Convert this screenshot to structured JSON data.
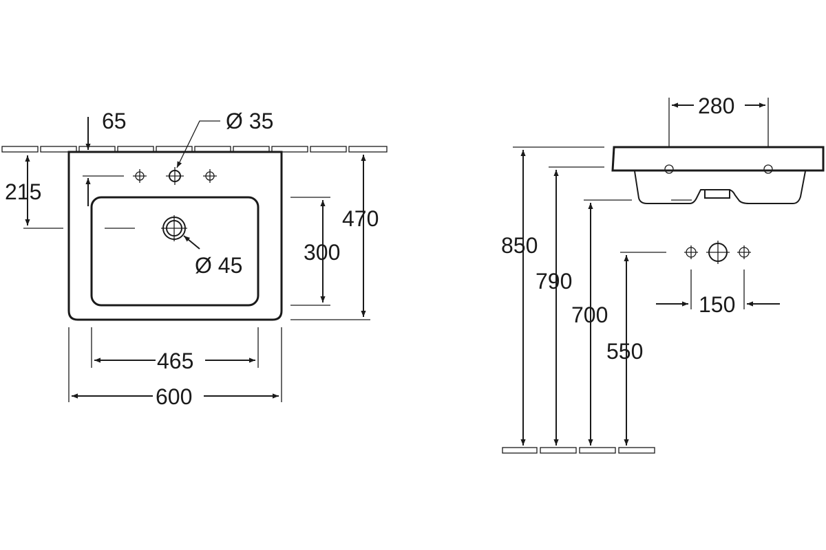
{
  "top_view": {
    "dims": {
      "tap_offset": "65",
      "tap_hole": "Ø 35",
      "depth_to_bowl": "215",
      "total_depth": "470",
      "bowl_depth": "300",
      "drain_hole": "Ø 45",
      "bowl_width": "465",
      "total_width": "600"
    }
  },
  "side_view": {
    "dims": {
      "hole_spacing": "280",
      "rim_height": "850",
      "bowl_bottom_height": "790",
      "underside_height": "700",
      "waste_height": "550",
      "tap_spacing": "150"
    }
  },
  "colors": {
    "line": "#1a1a1a",
    "background": "#ffffff"
  }
}
